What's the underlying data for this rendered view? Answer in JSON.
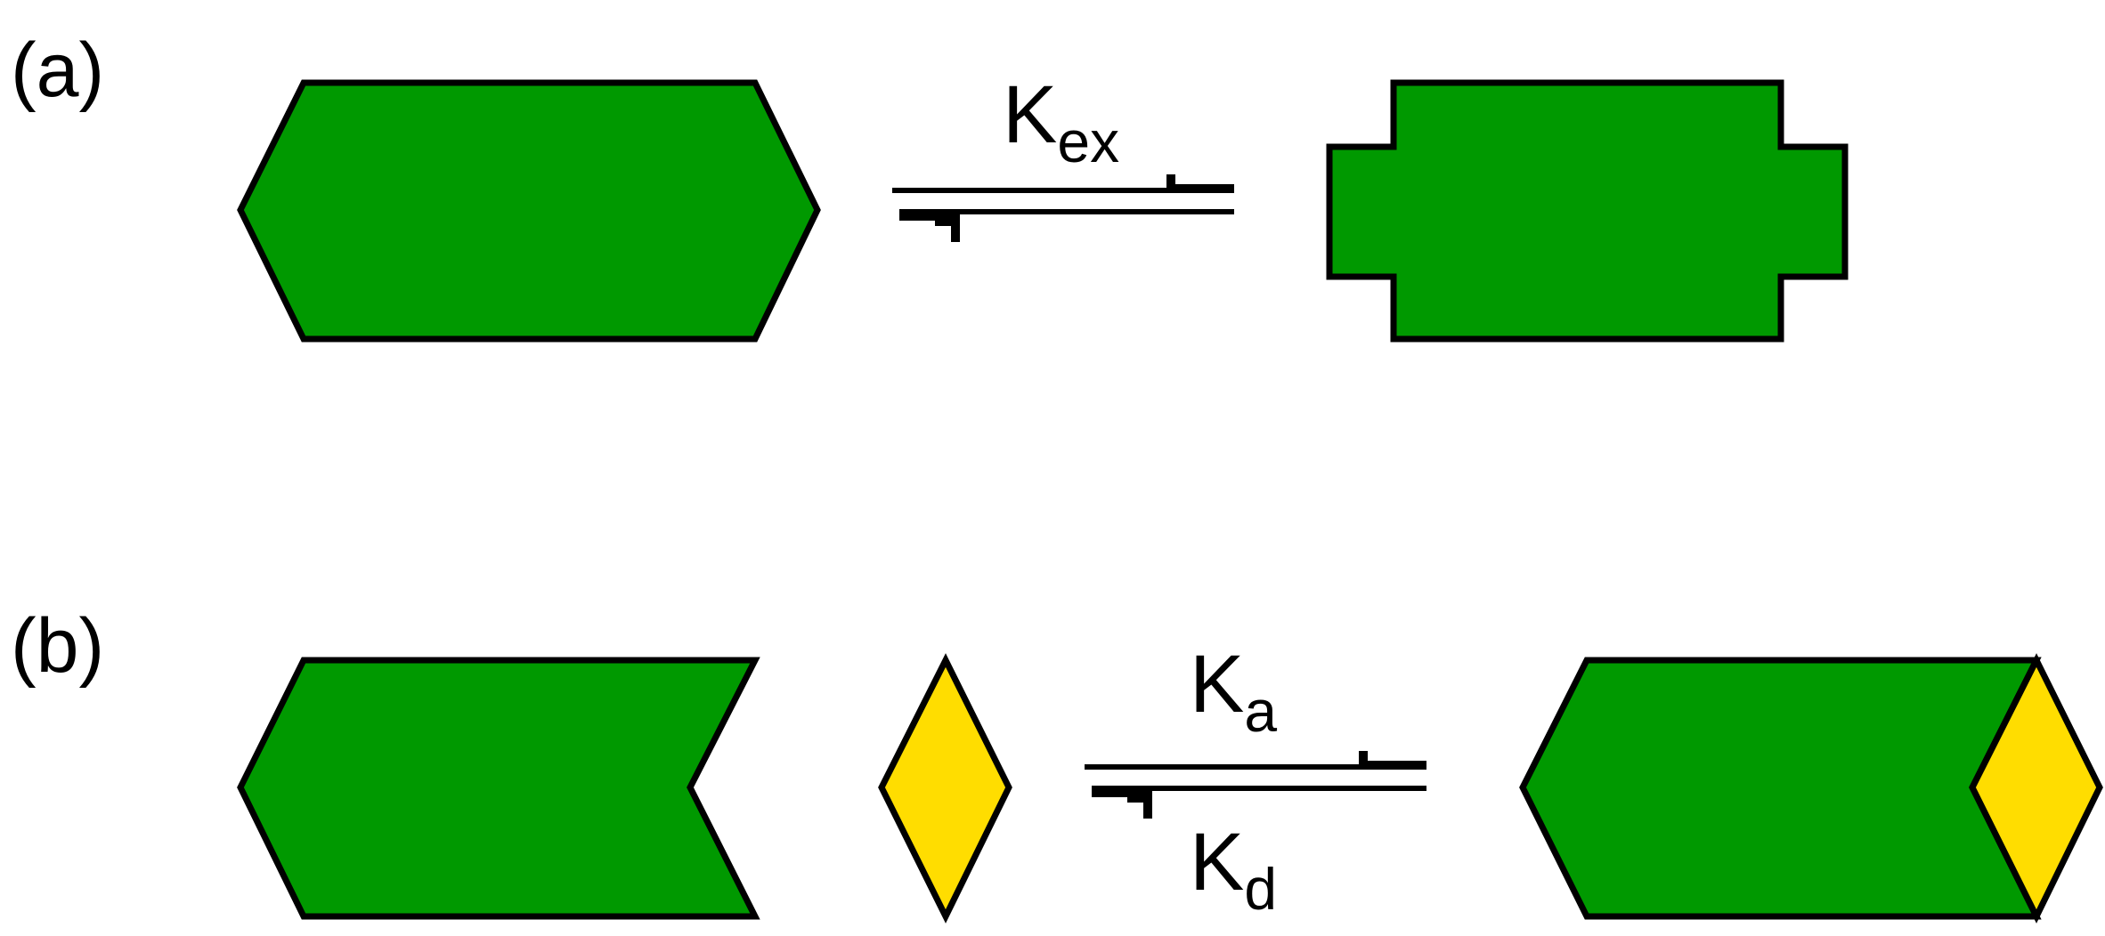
{
  "panels": {
    "a": {
      "label": "(a)",
      "rate": {
        "main": "K",
        "sub": "ex"
      }
    },
    "b": {
      "label": "(b)",
      "forward_rate": {
        "main": "K",
        "sub": "a"
      },
      "reverse_rate": {
        "main": "K",
        "sub": "d"
      }
    }
  },
  "colors": {
    "protein": "#009900",
    "ligand": "#ffdd00",
    "outline": "#000000"
  }
}
